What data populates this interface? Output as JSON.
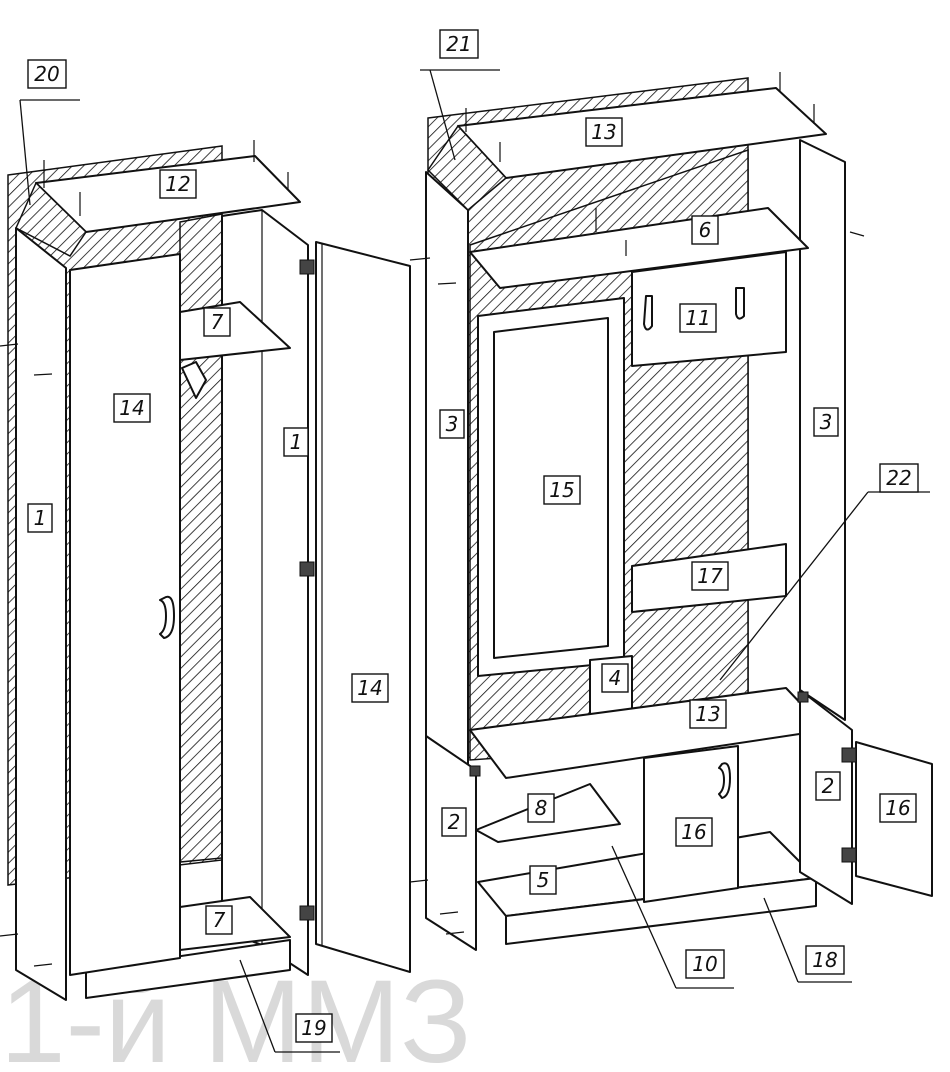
{
  "watermark": "1-й ММЗ",
  "labels": {
    "l1a": "1",
    "l1b": "1",
    "l2a": "2",
    "l2b": "2",
    "l3a": "3",
    "l3b": "3",
    "l4": "4",
    "l5": "5",
    "l6": "6",
    "l7a": "7",
    "l7b": "7",
    "l8": "8",
    "l10": "10",
    "l11": "11",
    "l12": "12",
    "l13a": "13",
    "l13b": "13",
    "l14a": "14",
    "l14b": "14",
    "l15": "15",
    "l16a": "16",
    "l16b": "16",
    "l17": "17",
    "l18": "18",
    "l19": "19",
    "l20": "20",
    "l21": "21",
    "l22": "22"
  }
}
